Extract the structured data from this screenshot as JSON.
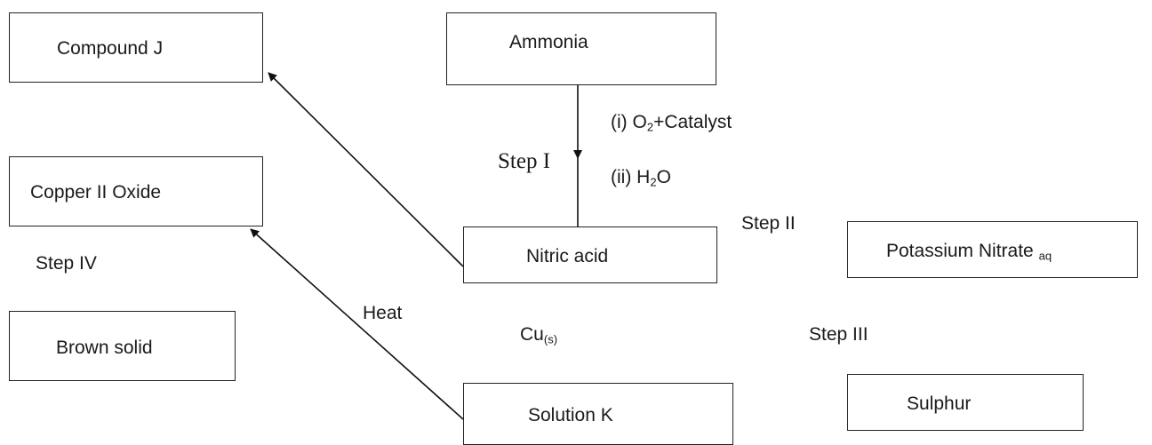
{
  "nodes": {
    "compound_j": "Compound J",
    "ammonia": "Ammonia",
    "copper_oxide": "Copper II Oxide",
    "nitric_acid": "Nitric acid",
    "potassium_nitrate": "Potassium Nitrate",
    "potassium_nitrate_state": "aq",
    "brown_solid": "Brown solid",
    "solution_k": "Solution K",
    "sulphur": "Sulphur"
  },
  "labels": {
    "step_1": "Step I",
    "step_2": "Step II",
    "step_3": "Step III",
    "step_4": "Step IV",
    "reagent_1_prefix": "(i) O",
    "reagent_1_sub": "2",
    "reagent_1_suffix": "+Catalyst",
    "reagent_2_prefix": "(ii) H",
    "reagent_2_sub": "2",
    "reagent_2_suffix": "O",
    "heat": "Heat",
    "copper_prefix": "Cu",
    "copper_sub": "(s)"
  }
}
